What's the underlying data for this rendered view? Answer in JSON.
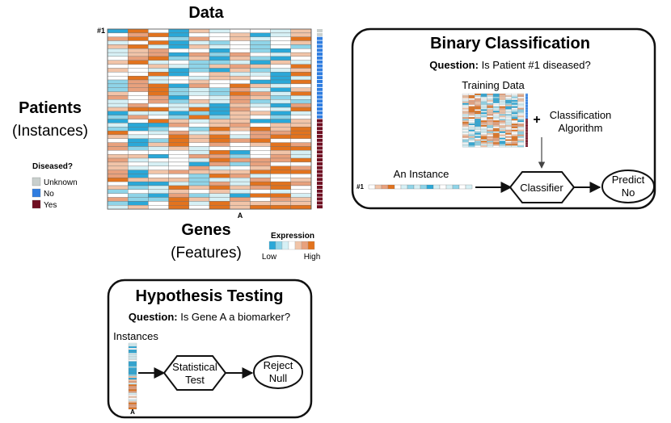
{
  "data_panel": {
    "title": "Data",
    "row_marker": "#1",
    "column_marker": "A",
    "rows_label": "Patients",
    "rows_sublabel": "(Instances)",
    "columns_label": "Genes",
    "columns_sublabel": "(Features)"
  },
  "diseased_legend": {
    "title": "Diseased?",
    "items": [
      {
        "label": "Unknown",
        "color": "#c9cfcd"
      },
      {
        "label": "No",
        "color": "#2f7de0"
      },
      {
        "label": "Yes",
        "color": "#6f0f22"
      }
    ]
  },
  "expression_legend": {
    "title": "Expression",
    "low_label": "Low",
    "high_label": "High",
    "colors": [
      "#2aa8d8",
      "#8fd4e8",
      "#d6f0f5",
      "#ffffff",
      "#f1c4a8",
      "#e8a17d",
      "#e2731e"
    ]
  },
  "binary_classification": {
    "title": "Binary Classification",
    "question_prefix": "Question:",
    "question_text": " Is Patient #1 diseased?",
    "training_label": "Training Data",
    "plus_sign": "+",
    "algorithm_line1": "Classification",
    "algorithm_line2": "Algorithm",
    "instance_label": "An Instance",
    "instance_marker": "#1",
    "classifier_label": "Classifier",
    "outcome_line1": "Predict",
    "outcome_line2": "No"
  },
  "hypothesis_testing": {
    "title": "Hypothesis Testing",
    "question_prefix": "Question:",
    "question_text": " Is Gene A a biomarker?",
    "instances_label": "Instances",
    "column_marker": "A",
    "test_line1": "Statistical",
    "test_line2": "Test",
    "outcome_line1": "Reject",
    "outcome_line2": "Null"
  }
}
